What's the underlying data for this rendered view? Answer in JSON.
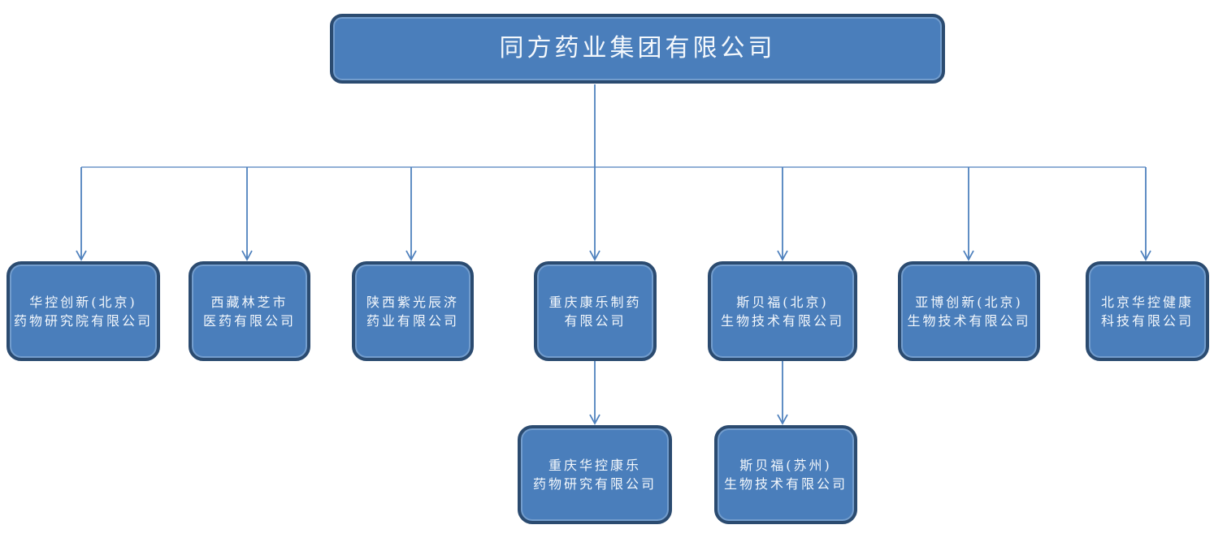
{
  "diagram": {
    "type": "org-chart",
    "colors": {
      "node_fill": "#4a7ebb",
      "node_border": "#2b4b70",
      "node_inner_highlight": "#96b7dc",
      "connector": "#4f81bd",
      "text": "#f4f8fc",
      "background": "#ffffff"
    },
    "root": {
      "label": "同方药业集团有限公司"
    },
    "children": [
      {
        "lines": [
          "华控创新(北京)",
          "药物研究院有限公司"
        ]
      },
      {
        "lines": [
          "西藏林芝市",
          "医药有限公司"
        ]
      },
      {
        "lines": [
          "陕西紫光辰济",
          "药业有限公司"
        ]
      },
      {
        "lines": [
          "重庆康乐制药",
          "有限公司"
        ]
      },
      {
        "lines": [
          "斯贝福(北京)",
          "生物技术有限公司"
        ]
      },
      {
        "lines": [
          "亚博创新(北京)",
          "生物技术有限公司"
        ]
      },
      {
        "lines": [
          "北京华控健康",
          "科技有限公司"
        ]
      }
    ],
    "grandchildren": [
      {
        "parent_index": 3,
        "lines": [
          "重庆华控康乐",
          "药物研究有限公司"
        ]
      },
      {
        "parent_index": 4,
        "lines": [
          "斯贝福(苏州)",
          "生物技术有限公司"
        ]
      }
    ]
  }
}
